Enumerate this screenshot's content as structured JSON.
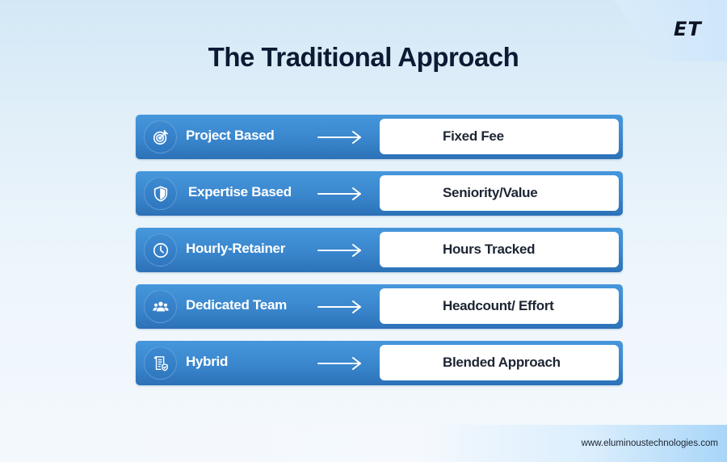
{
  "brand": {
    "logo": "ET",
    "website": "www.eluminoustechnologies.com"
  },
  "title": "The Traditional Approach",
  "colors": {
    "row_blue": "#3a86cd",
    "title_navy": "#0c1a33",
    "card_white": "#ffffff",
    "value_text": "#1d2533"
  },
  "rows": [
    {
      "icon": "target-icon",
      "label": "Project Based",
      "arrow": "right-arrow-icon",
      "value": "Fixed Fee"
    },
    {
      "icon": "shield-icon",
      "label": "Expertise Based",
      "arrow": "right-arrow-icon",
      "value": "Seniority/Value"
    },
    {
      "icon": "clock-icon",
      "label": "Hourly-Retainer",
      "arrow": "right-arrow-icon",
      "value": "Hours Tracked"
    },
    {
      "icon": "team-icon",
      "label": "Dedicated Team",
      "arrow": "right-arrow-icon",
      "value": "Headcount/ Effort"
    },
    {
      "icon": "document-shield-icon",
      "label": "Hybrid",
      "arrow": "right-arrow-icon",
      "value": "Blended Approach"
    }
  ]
}
